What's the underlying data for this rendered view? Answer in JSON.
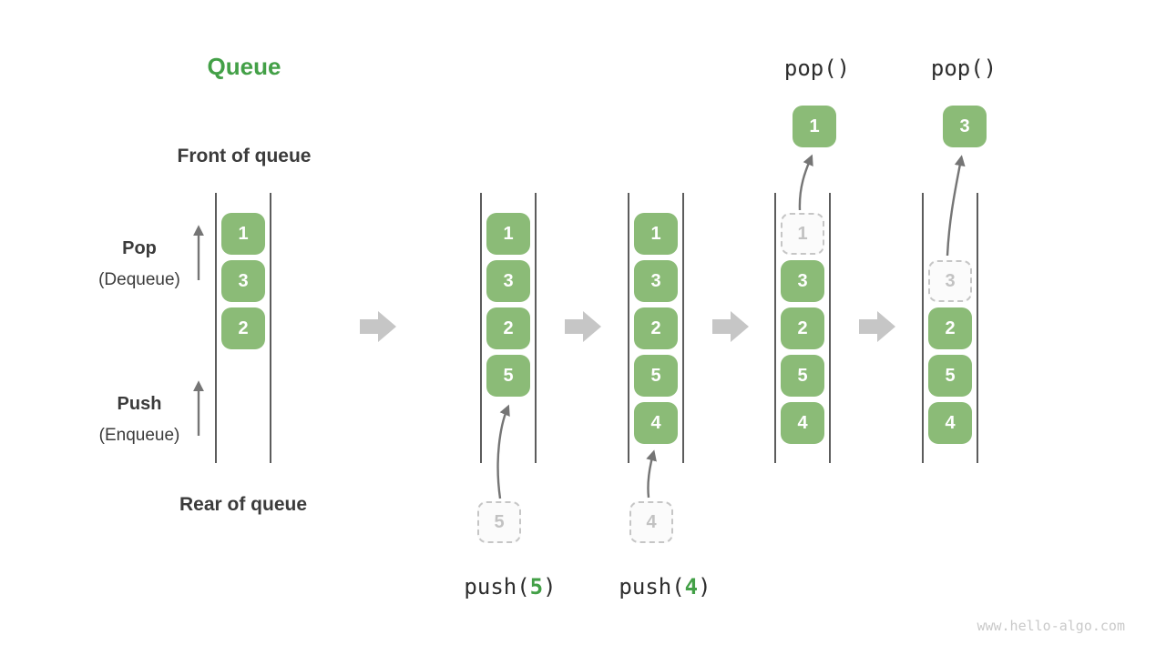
{
  "title": "Queue",
  "labels": {
    "front": "Front of queue",
    "rear": "Rear of queue",
    "pop": {
      "title": "Pop",
      "sub": "(Dequeue)"
    },
    "push": {
      "title": "Push",
      "sub": "(Enqueue)"
    }
  },
  "pop_ops": [
    {
      "label": "pop()",
      "popped_value": "1"
    },
    {
      "label": "pop()",
      "popped_value": "3"
    }
  ],
  "push_ops": [
    {
      "prefix": "push(",
      "value": "5",
      "suffix": ")"
    },
    {
      "prefix": "push(",
      "value": "4",
      "suffix": ")"
    }
  ],
  "states": [
    {
      "slots": [
        {
          "value": "1"
        },
        {
          "value": "3"
        },
        {
          "value": "2"
        }
      ]
    },
    {
      "slots": [
        {
          "value": "1"
        },
        {
          "value": "3"
        },
        {
          "value": "2"
        },
        {
          "value": "5"
        }
      ],
      "incoming_value": "5"
    },
    {
      "slots": [
        {
          "value": "1"
        },
        {
          "value": "3"
        },
        {
          "value": "2"
        },
        {
          "value": "5"
        },
        {
          "value": "4"
        }
      ],
      "incoming_value": "4"
    },
    {
      "slots": [
        {
          "value": "1",
          "ghost": true
        },
        {
          "value": "3"
        },
        {
          "value": "2"
        },
        {
          "value": "5"
        },
        {
          "value": "4"
        }
      ]
    },
    {
      "slots": [
        {
          "value": "3",
          "ghost": true
        },
        {
          "value": "2"
        },
        {
          "value": "5"
        },
        {
          "value": "4"
        }
      ]
    }
  ],
  "watermark": "www.hello-algo.com",
  "colors": {
    "item_green": "#8BBB77",
    "accent_green": "#43A047",
    "dark_text": "#3B3B3B",
    "arrow_gray": "#757575",
    "flow_arrow_gray": "#C6C6C6",
    "ghost_gray": "#C2C2C2",
    "wall_gray": "#5C5C5C"
  }
}
